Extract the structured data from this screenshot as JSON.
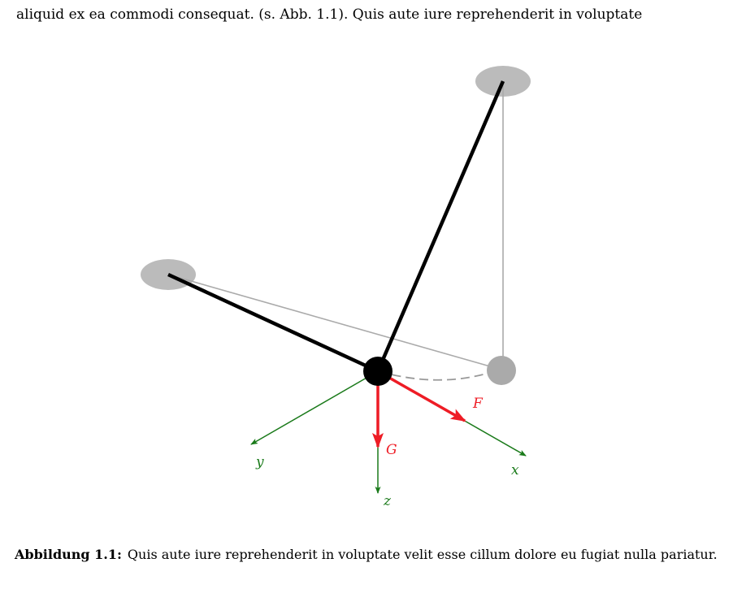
{
  "document": {
    "body_text": "aliquid ex ea commodi consequat. (s. Abb. 1.1). Quis aute iure reprehenderit in voluptate",
    "figure": {
      "axis_labels": {
        "x": "x",
        "y": "y",
        "z": "z"
      },
      "force_labels": {
        "F": "F",
        "G": "G"
      }
    },
    "caption": {
      "label": "Abbildung 1.1:",
      "text": "Quis aute iure reprehenderit in voluptate velit esse cillum dolore eu fugiat nulla pariatur."
    }
  },
  "colors": {
    "axis": "#1a7a1a",
    "force": "#ee1c25",
    "rod": "#000000",
    "ghost": "#aaaaaa",
    "pivot": "#bbbbbb"
  }
}
